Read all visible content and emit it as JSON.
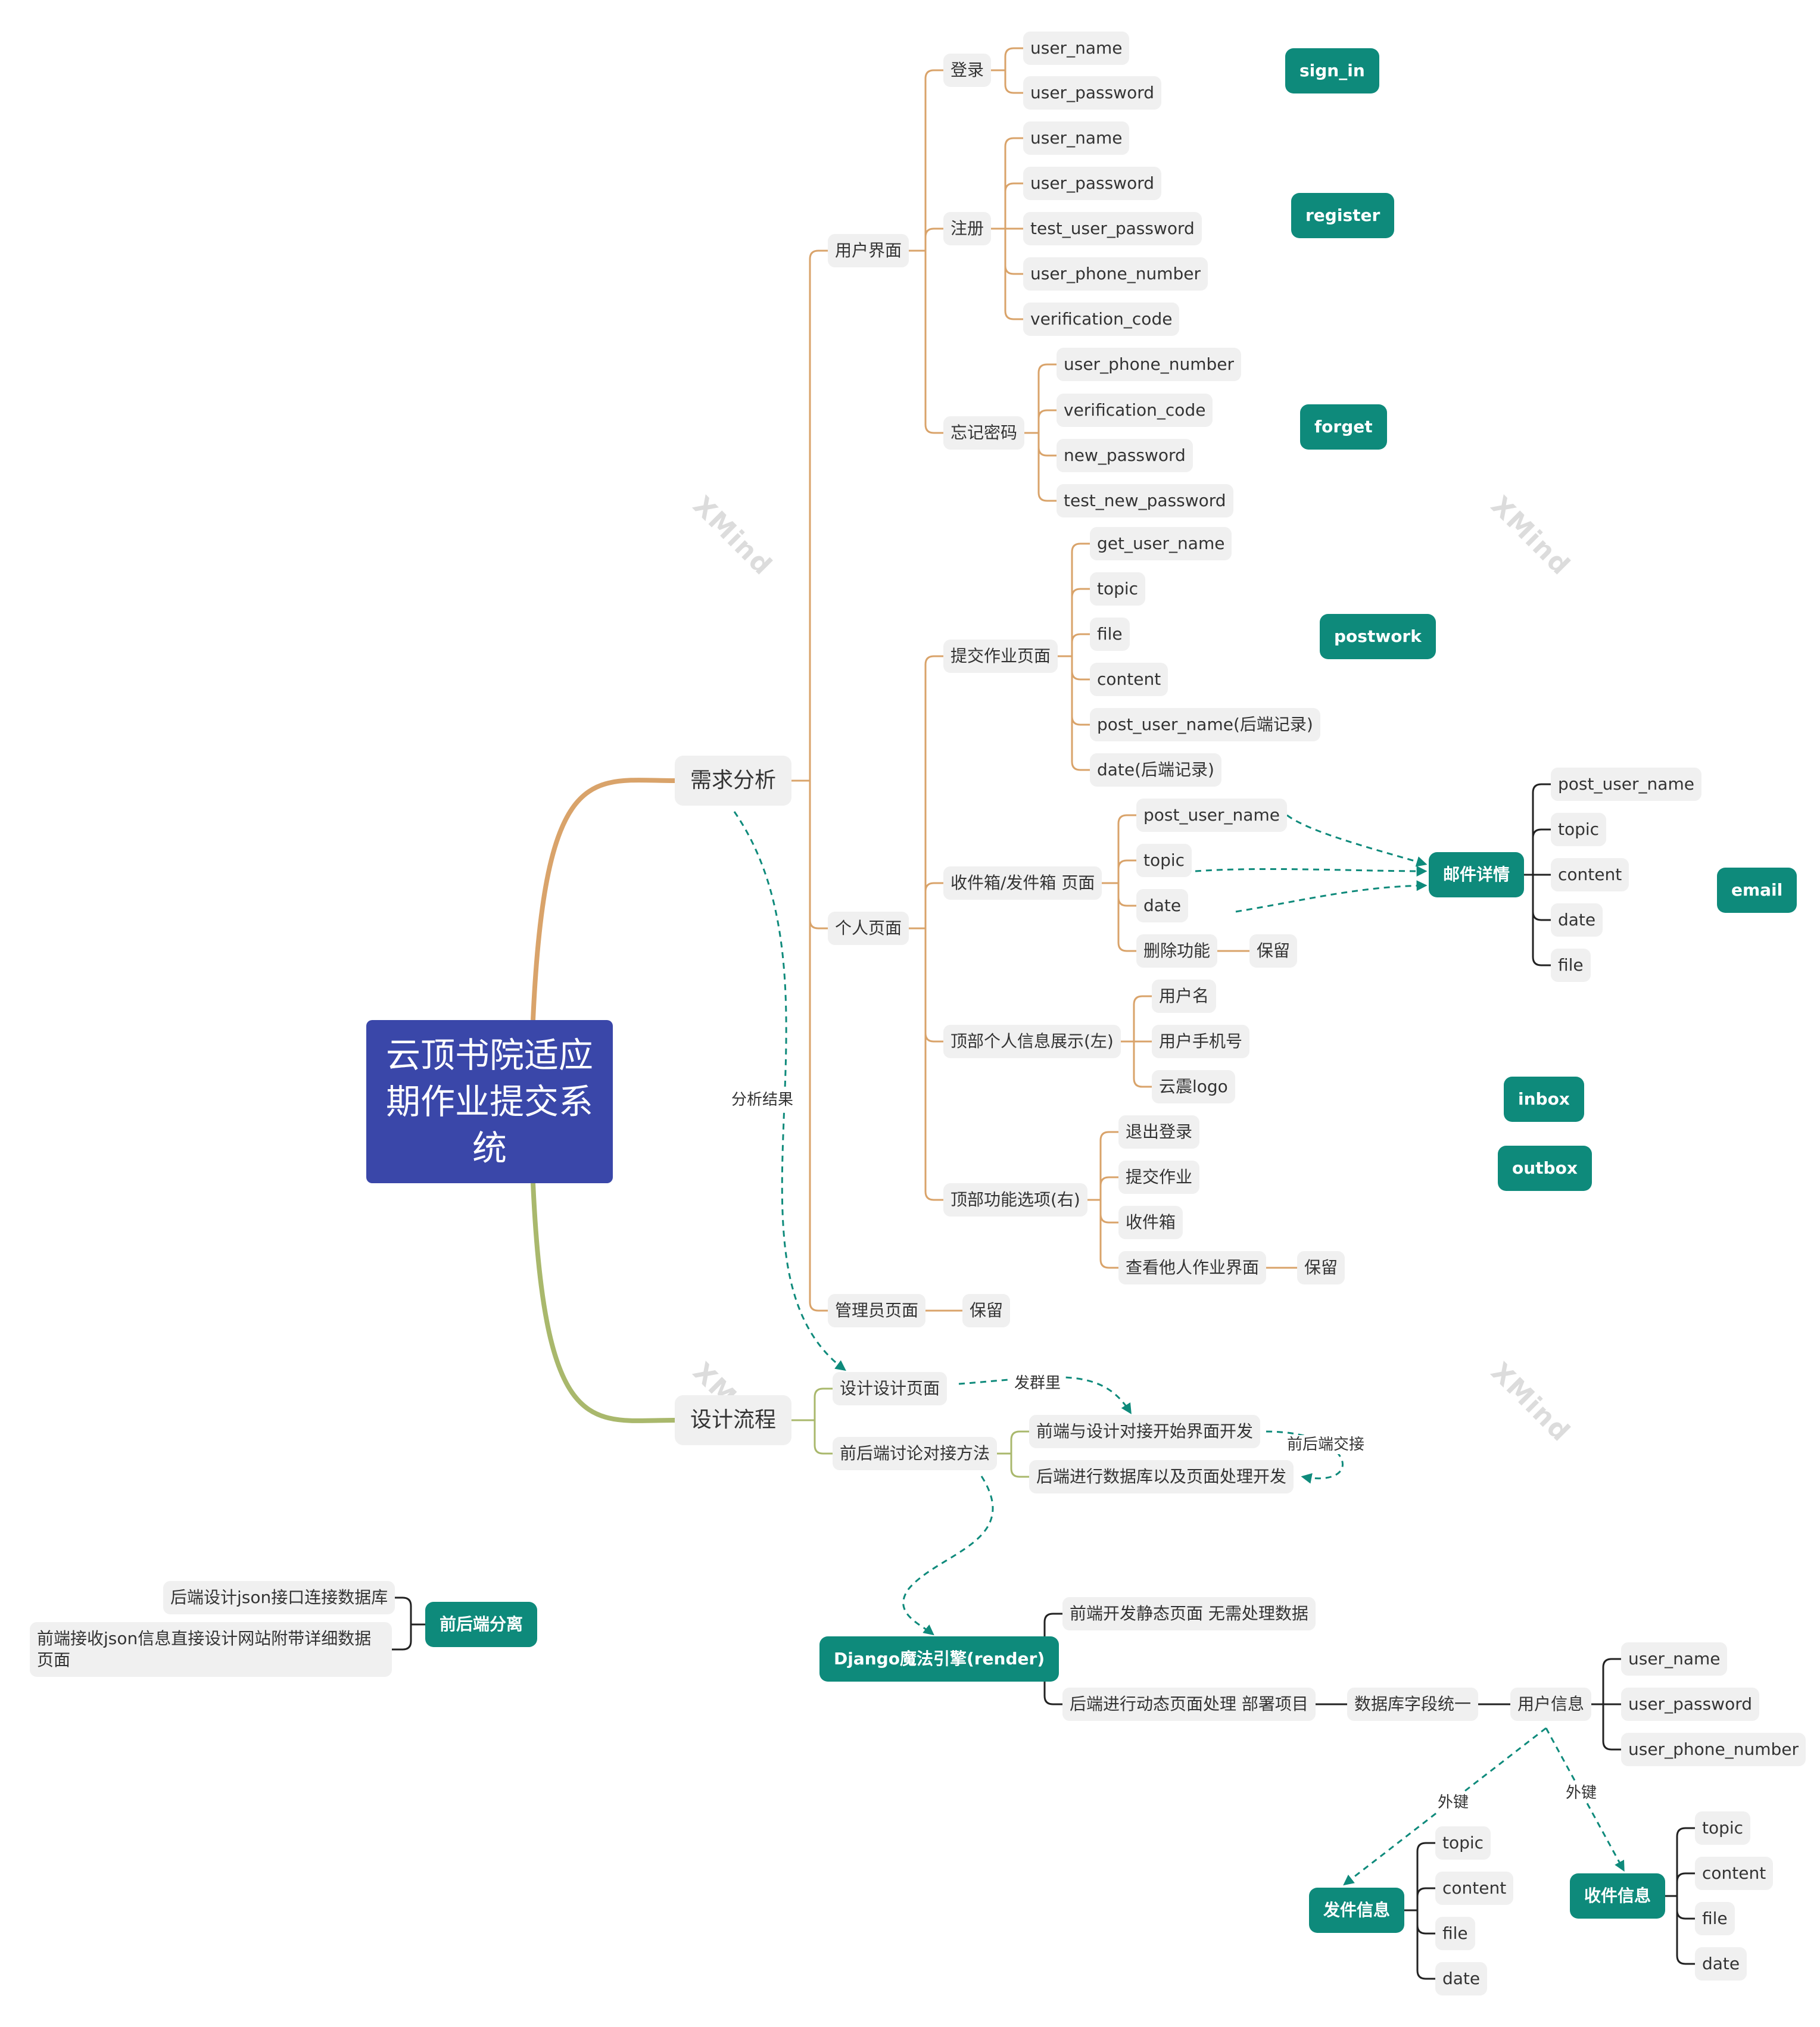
{
  "watermark": "XMind",
  "root": "云顶书院适应期作业提交系统",
  "n_xqfx": "需求分析",
  "n_sjlc": "设计流程",
  "n_yhjm": "用户界面",
  "n_grym": "个人页面",
  "n_glyym": "管理员页面",
  "n_gly_bl": "保留",
  "n_dl": "登录",
  "n_dl_un": "user_name",
  "n_dl_pw": "user_password",
  "n_zc": "注册",
  "n_zc_un": "user_name",
  "n_zc_pw": "user_password",
  "n_zc_tpw": "test_user_password",
  "n_zc_ph": "user_phone_number",
  "n_zc_vc": "verification_code",
  "n_wjmm": "忘记密码",
  "n_wj_ph": "user_phone_number",
  "n_wj_vc": "verification_code",
  "n_wj_np": "new_password",
  "n_wj_tnp": "test_new_password",
  "t_signin": "sign_in",
  "t_register": "register",
  "t_forget": "forget",
  "n_tjzy": "提交作业页面",
  "n_tj_gun": "get_user_name",
  "n_tj_topic": "topic",
  "n_tj_file": "file",
  "n_tj_content": "content",
  "n_tj_pun": "post_user_name(后端记录)",
  "n_tj_date": "date(后端记录)",
  "t_postwork": "postwork",
  "n_sjx": "收件箱/发件箱 页面",
  "n_sx_pun": "post_user_name",
  "n_sx_topic": "topic",
  "n_sx_date": "date",
  "n_sx_del": "删除功能",
  "n_sx_bl": "保留",
  "t_yjxq": "邮件详情",
  "n_yj_pun": "post_user_name",
  "n_yj_topic": "topic",
  "n_yj_content": "content",
  "n_yj_date": "date",
  "n_yj_file": "file",
  "t_email": "email",
  "n_dbgr": "顶部个人信息展示(左)",
  "n_db_yhm": "用户名",
  "n_db_sjh": "用户手机号",
  "n_db_logo": "云震logo",
  "t_inbox": "inbox",
  "t_outbox": "outbox",
  "n_dbgn": "顶部功能选项(右)",
  "n_gn_tc": "退出登录",
  "n_gn_tj": "提交作业",
  "n_gn_sj": "收件箱",
  "n_gn_ck": "查看他人作业界面",
  "n_gn_bl": "保留",
  "n_sjsjym": "设计设计页面",
  "n_qhd": "前后端讨论对接方法",
  "n_qd_ks": "前端与设计对接开始界面开发",
  "n_hd_sj": "后端进行数据库以及页面处理开发",
  "e_fenxi": "分析结果",
  "e_faqun": "发群里",
  "e_jiaojie": "前后端交接",
  "t_django": "Django魔法引擎(render)",
  "n_dj_qd": "前端开发静态页面 无需处理数据",
  "n_dj_hd": "后端进行动态页面处理 部署项目",
  "n_sjkzd": "数据库字段统一",
  "n_yhxx": "用户信息",
  "n_yx_un": "user_name",
  "n_yx_pw": "user_password",
  "n_yx_ph": "user_phone_number",
  "e_wj1": "外键",
  "e_wj2": "外键",
  "t_fjxx": "发件信息",
  "n_fj_topic": "topic",
  "n_fj_content": "content",
  "n_fj_file": "file",
  "n_fj_date": "date",
  "t_sjxx": "收件信息",
  "n_sj_topic": "topic",
  "n_sj_content": "content",
  "n_sj_file": "file",
  "n_sj_date": "date",
  "t_qhdfl": "前后端分离",
  "n_fl1": "后端设计json接口连接数据库",
  "n_fl2": "前端接收json信息直接设计网站附带详细数据页面",
  "colors": {
    "root": "#3a47a9",
    "teal": "#0e8a7b",
    "branch_orange": "#d9a36a",
    "branch_green": "#a9b86c",
    "topic_bg": "#f0f0f0",
    "text": "#333333",
    "black_line": "#222222"
  }
}
